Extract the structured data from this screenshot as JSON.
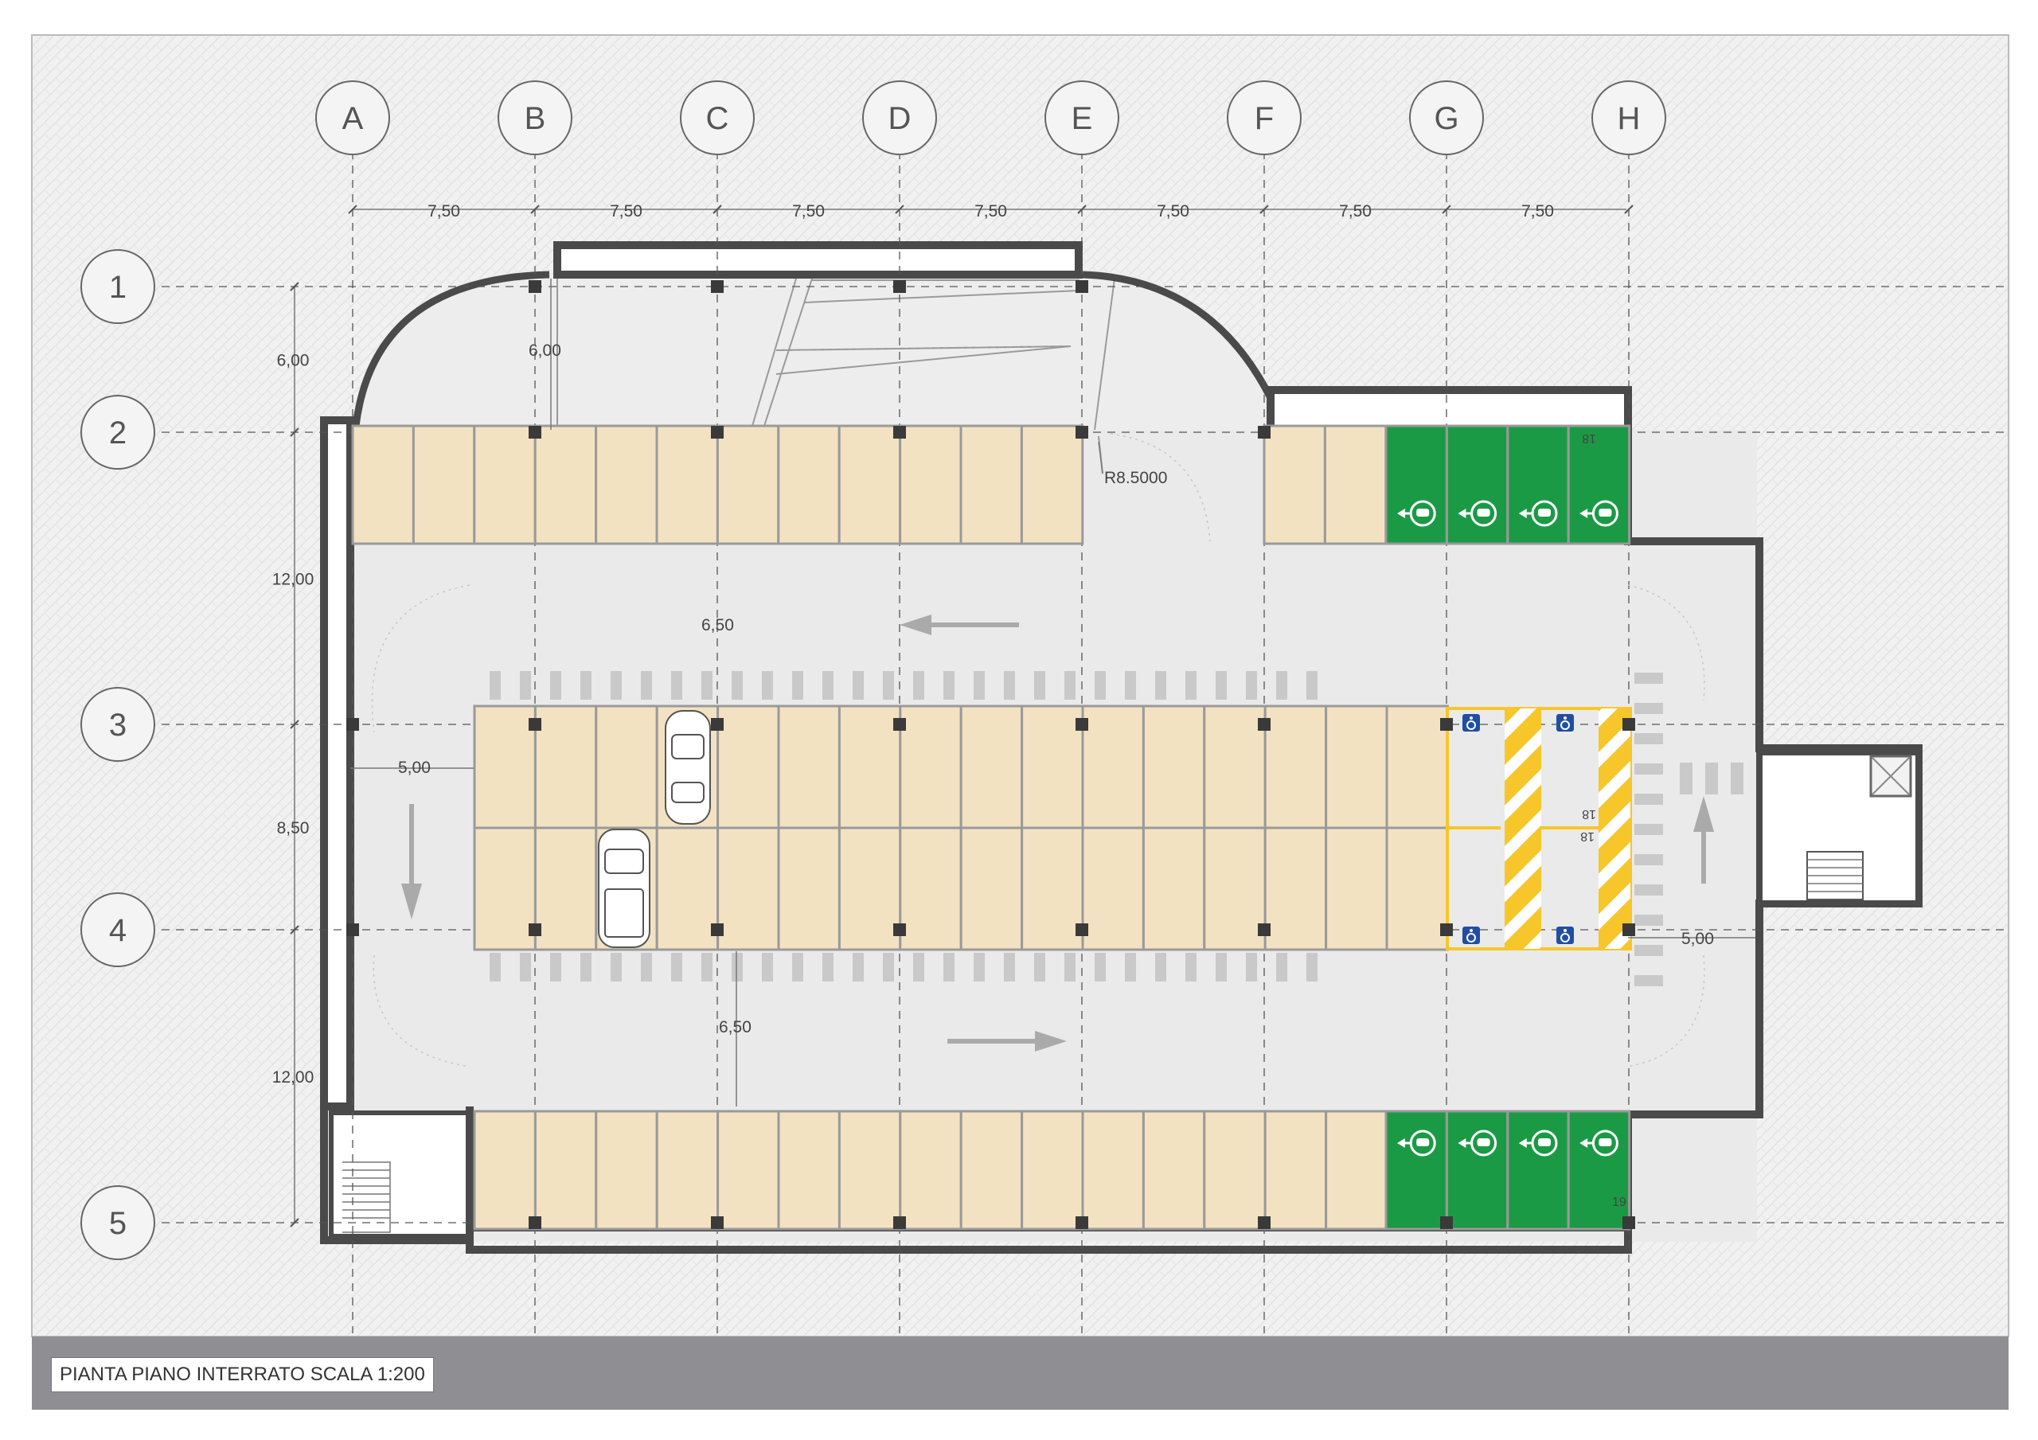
{
  "title": "PIANTA PIANO INTERRATO SCALA 1:200",
  "grid": {
    "columns": [
      "A",
      "B",
      "C",
      "D",
      "E",
      "F",
      "G",
      "H"
    ],
    "rows": [
      "1",
      "2",
      "3",
      "4",
      "5"
    ]
  },
  "dimensions": {
    "column_spacing": [
      "7,50",
      "7,50",
      "7,50",
      "7,50",
      "7,50",
      "7,50",
      "7,50"
    ],
    "row_spacing": [
      "6,00",
      "12,00",
      "8,50",
      "12,00"
    ],
    "ramp_width": "6,00",
    "radius": "R8.5000",
    "aisle_top": "6,50",
    "aisle_bottom": "6,50",
    "margin_left": "5,00",
    "margin_right": "5,00"
  },
  "colors": {
    "background": "#ffffff",
    "pattern": "#e4e4e4",
    "floor": "#eaeaea",
    "parking_bay": "#f3e2c1",
    "ev_bay": "#1b9a46",
    "accessible_hatch": "#f7c62b",
    "accessible_icon": "#1f4fa3",
    "wall": "#4a4a4a",
    "footer_band": "#8f8f93"
  },
  "icons": [
    "ev-charging-icon",
    "wheelchair-icon",
    "car-icon",
    "arrow-left-icon",
    "arrow-right-icon",
    "arrow-down-icon",
    "arrow-up-icon",
    "stair-icon",
    "elevator-icon"
  ],
  "spot_numbers": [
    "18",
    "18",
    "18",
    "19"
  ]
}
